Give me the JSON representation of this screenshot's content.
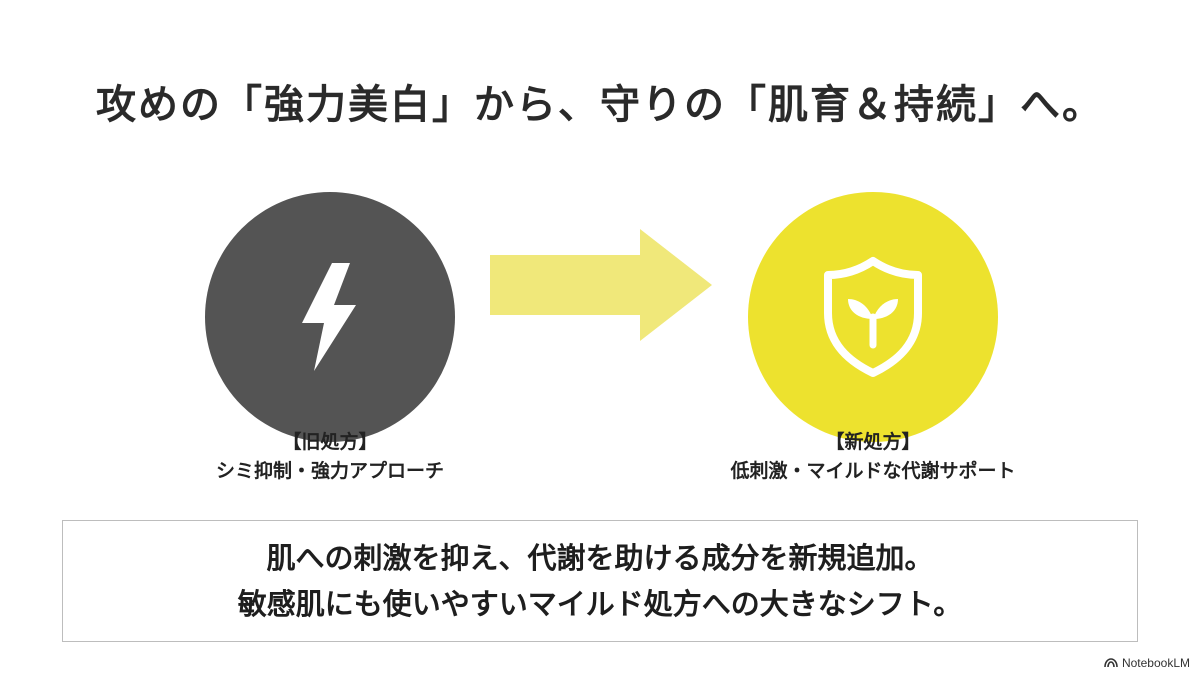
{
  "slide": {
    "title": "攻めの「強力美白」から、守りの「肌育＆持続」へ。"
  },
  "old_formula": {
    "icon": "lightning-bolt-icon",
    "color": "#545454",
    "heading": "【旧処方】",
    "description": "シミ抑制・強力アプローチ"
  },
  "arrow": {
    "color": "#f0e87a"
  },
  "new_formula": {
    "icon": "shield-sprout-icon",
    "color": "#ede22e",
    "heading": "【新処方】",
    "description": "低刺激・マイルドな代謝サポート"
  },
  "summary": {
    "line1": "肌への刺激を抑え、代謝を助ける成分を新規追加。",
    "line2": "敏感肌にも使いやすいマイルド処方への大きなシフト。"
  },
  "brand": {
    "icon": "notebooklm-logo-icon",
    "label": "NotebookLM"
  }
}
